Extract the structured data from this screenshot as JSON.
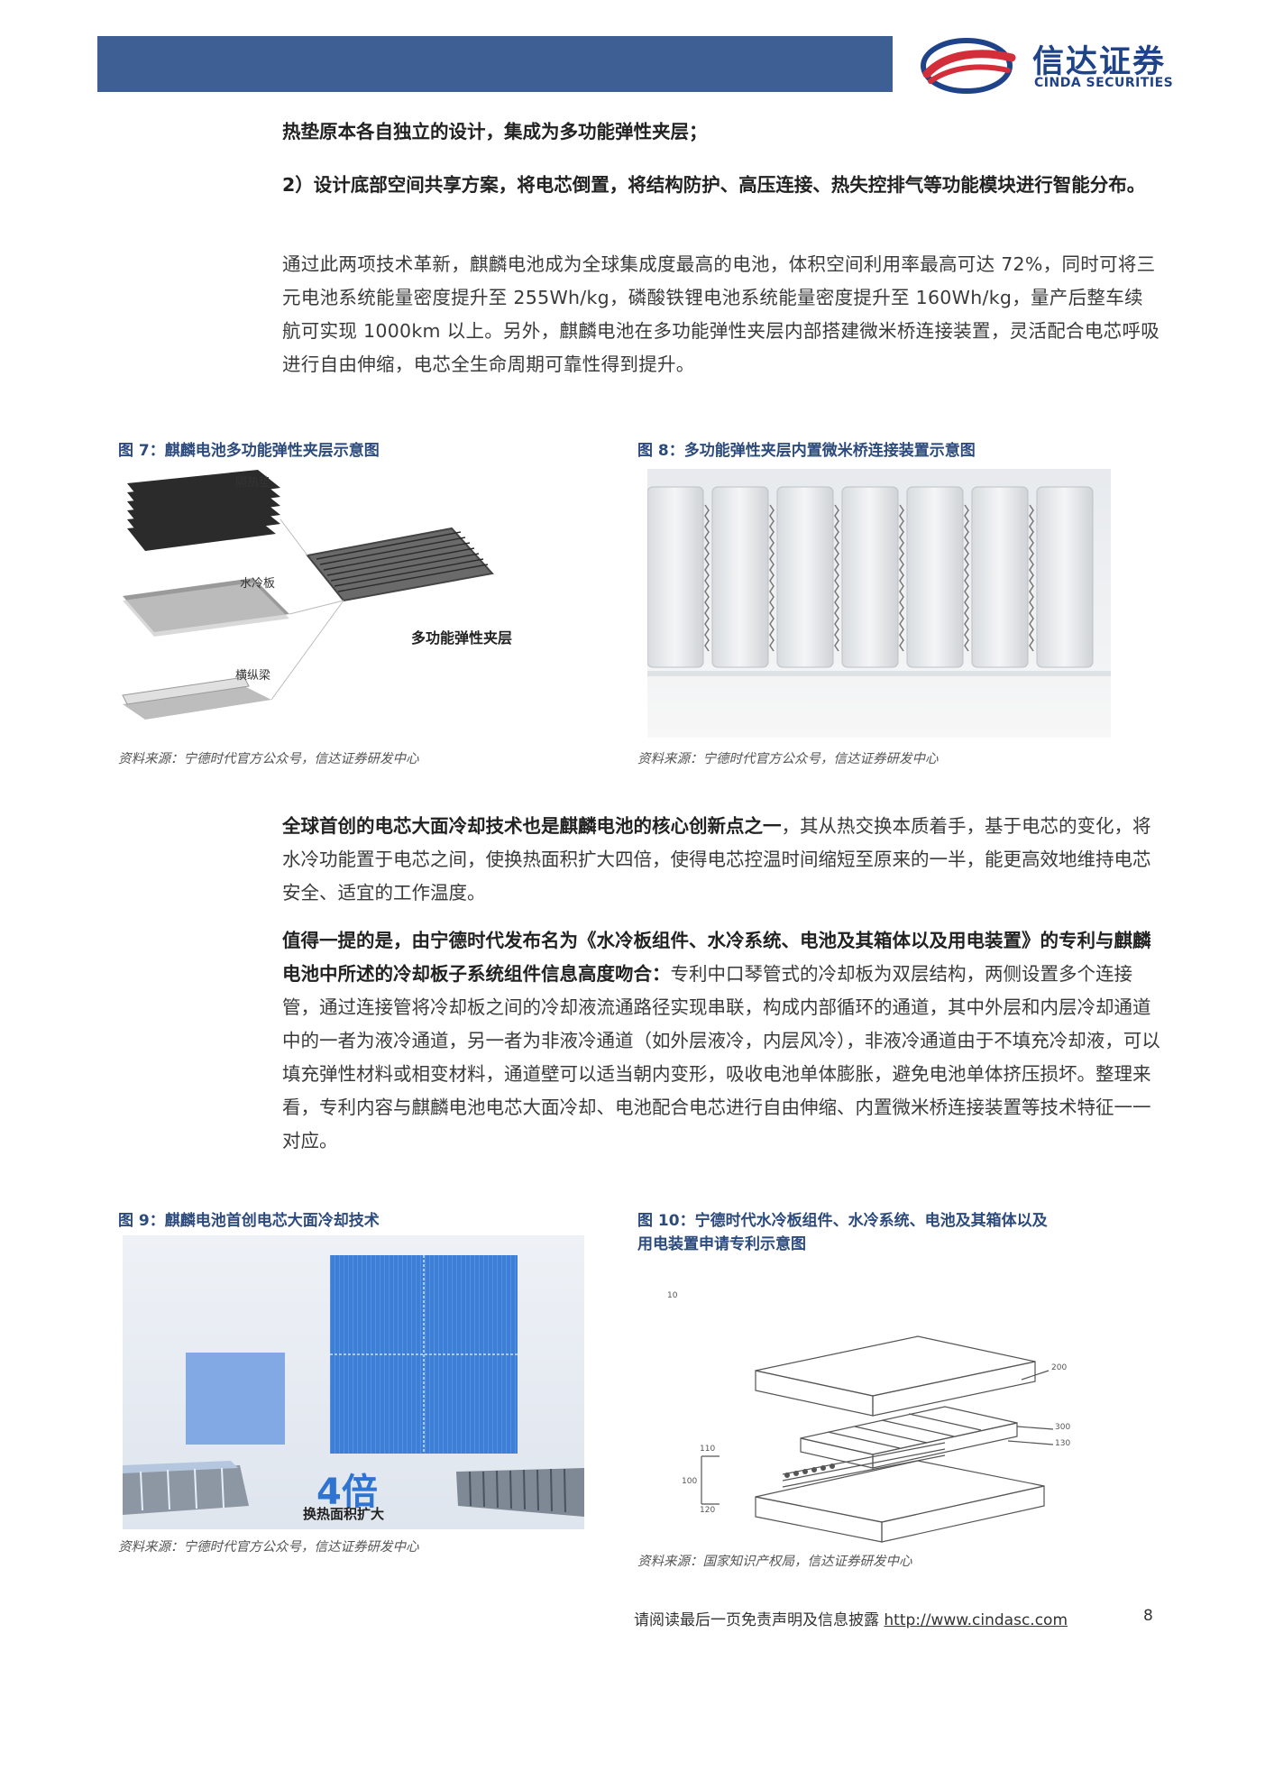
{
  "header": {
    "logo_cn": "信达证券",
    "logo_en": "CINDA SECURITIES"
  },
  "body": {
    "p1": "热垫原本各自独立的设计，集成为多功能弹性夹层；",
    "p2": "2）设计底部空间共享方案，将电芯倒置，将结构防护、高压连接、热失控排气等功能模块进行智能分布。",
    "p3": "通过此两项技术革新，麒麟电池成为全球集成度最高的电池，体积空间利用率最高可达 72%，同时可将三元电池系统能量密度提升至 255Wh/kg，磷酸铁锂电池系统能量密度提升至 160Wh/kg，量产后整车续航可实现 1000km 以上。另外，麒麟电池在多功能弹性夹层内部搭建微米桥连接装置，灵活配合电芯呼吸进行自由伸缩，电芯全生命周期可靠性得到提升。",
    "p4_bold": "全球首创的电芯大面冷却技术也是麒麟电池的核心创新点之一",
    "p4_rest": "，其从热交换本质着手，基于电芯的变化，将水冷功能置于电芯之间，使换热面积扩大四倍，使得电芯控温时间缩短至原来的一半，能更高效地维持电芯安全、适宜的工作温度。",
    "p5_bold": "值得一提的是，由宁德时代发布名为《水冷板组件、水冷系统、电池及其箱体以及用电装置》的专利与麒麟电池中所述的冷却板子系统组件信息高度吻合：",
    "p5_rest": "专利中口琴管式的冷却板为双层结构，两侧设置多个连接管，通过连接管将冷却板之间的冷却液流通路径实现串联，构成内部循环的通道，其中外层和内层冷却通道中的一者为液冷通道，另一者为非液冷通道（如外层液冷，内层风冷），非液冷通道由于不填充冷却液，可以填充弹性材料或相变材料，通道壁可以适当朝内变形，吸收电池单体膨胀，避免电池单体挤压损坏。整理来看，专利内容与麒麟电池电芯大面冷却、电池配合电芯进行自由伸缩、内置微米桥连接装置等技术特征一一对应。"
  },
  "figures": {
    "fig7": {
      "caption": "图 7：麒麟电池多功能弹性夹层示意图",
      "labels": {
        "a": "隔热垫",
        "b": "水冷板",
        "c": "横纵梁",
        "main": "多功能弹性夹层"
      },
      "source": "资料来源：宁德时代官方公众号，信达证券研发中心"
    },
    "fig8": {
      "caption": "图 8：多功能弹性夹层内置微米桥连接装置示意图",
      "source": "资料来源：宁德时代官方公众号，信达证券研发中心"
    },
    "fig9": {
      "caption": "图 9：麒麟电池首创电芯大面冷却技术",
      "big_text": "4倍",
      "sub_text": "换热面积扩大",
      "source": "资料来源：宁德时代官方公众号，信达证券研发中心"
    },
    "fig10": {
      "caption_line1": "图 10：宁德时代水冷板组件、水冷系统、电池及其箱体以及",
      "caption_line2": "用电装置申请专利示意图",
      "labels": {
        "n10": "10",
        "n200": "200",
        "n300": "300",
        "n110": "110",
        "n100": "100",
        "n120": "120",
        "n130": "130"
      },
      "source": "资料来源：国家知识产权局，信达证券研发中心"
    }
  },
  "footer": {
    "disclaimer": "请阅读最后一页免责声明及信息披露",
    "url": "http://www.cindasc.com",
    "page": "8"
  },
  "colors": {
    "header_bar": "#3e5f93",
    "brand": "#1f4388",
    "caption": "#2c4a7c"
  }
}
